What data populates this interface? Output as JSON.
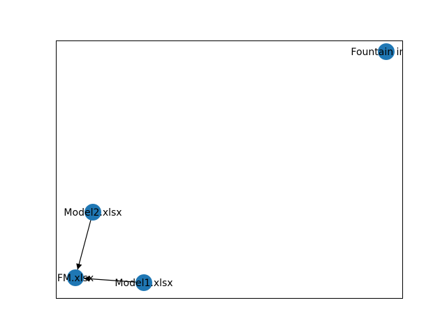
{
  "diagram": {
    "node_color": "#1f77b4",
    "edge_color": "#000000",
    "frame_color": "#000000",
    "nodes": [
      {
        "id": "fountain",
        "label": "Fountain input"
      },
      {
        "id": "model2",
        "label": "Model2.xlsx"
      },
      {
        "id": "fm",
        "label": "FM.xlsx"
      },
      {
        "id": "model1",
        "label": "Model1.xlsx"
      }
    ],
    "edges": [
      {
        "from": "model2",
        "to": "fm",
        "directed": true
      },
      {
        "from": "model1",
        "to": "fm",
        "directed": true
      }
    ]
  }
}
